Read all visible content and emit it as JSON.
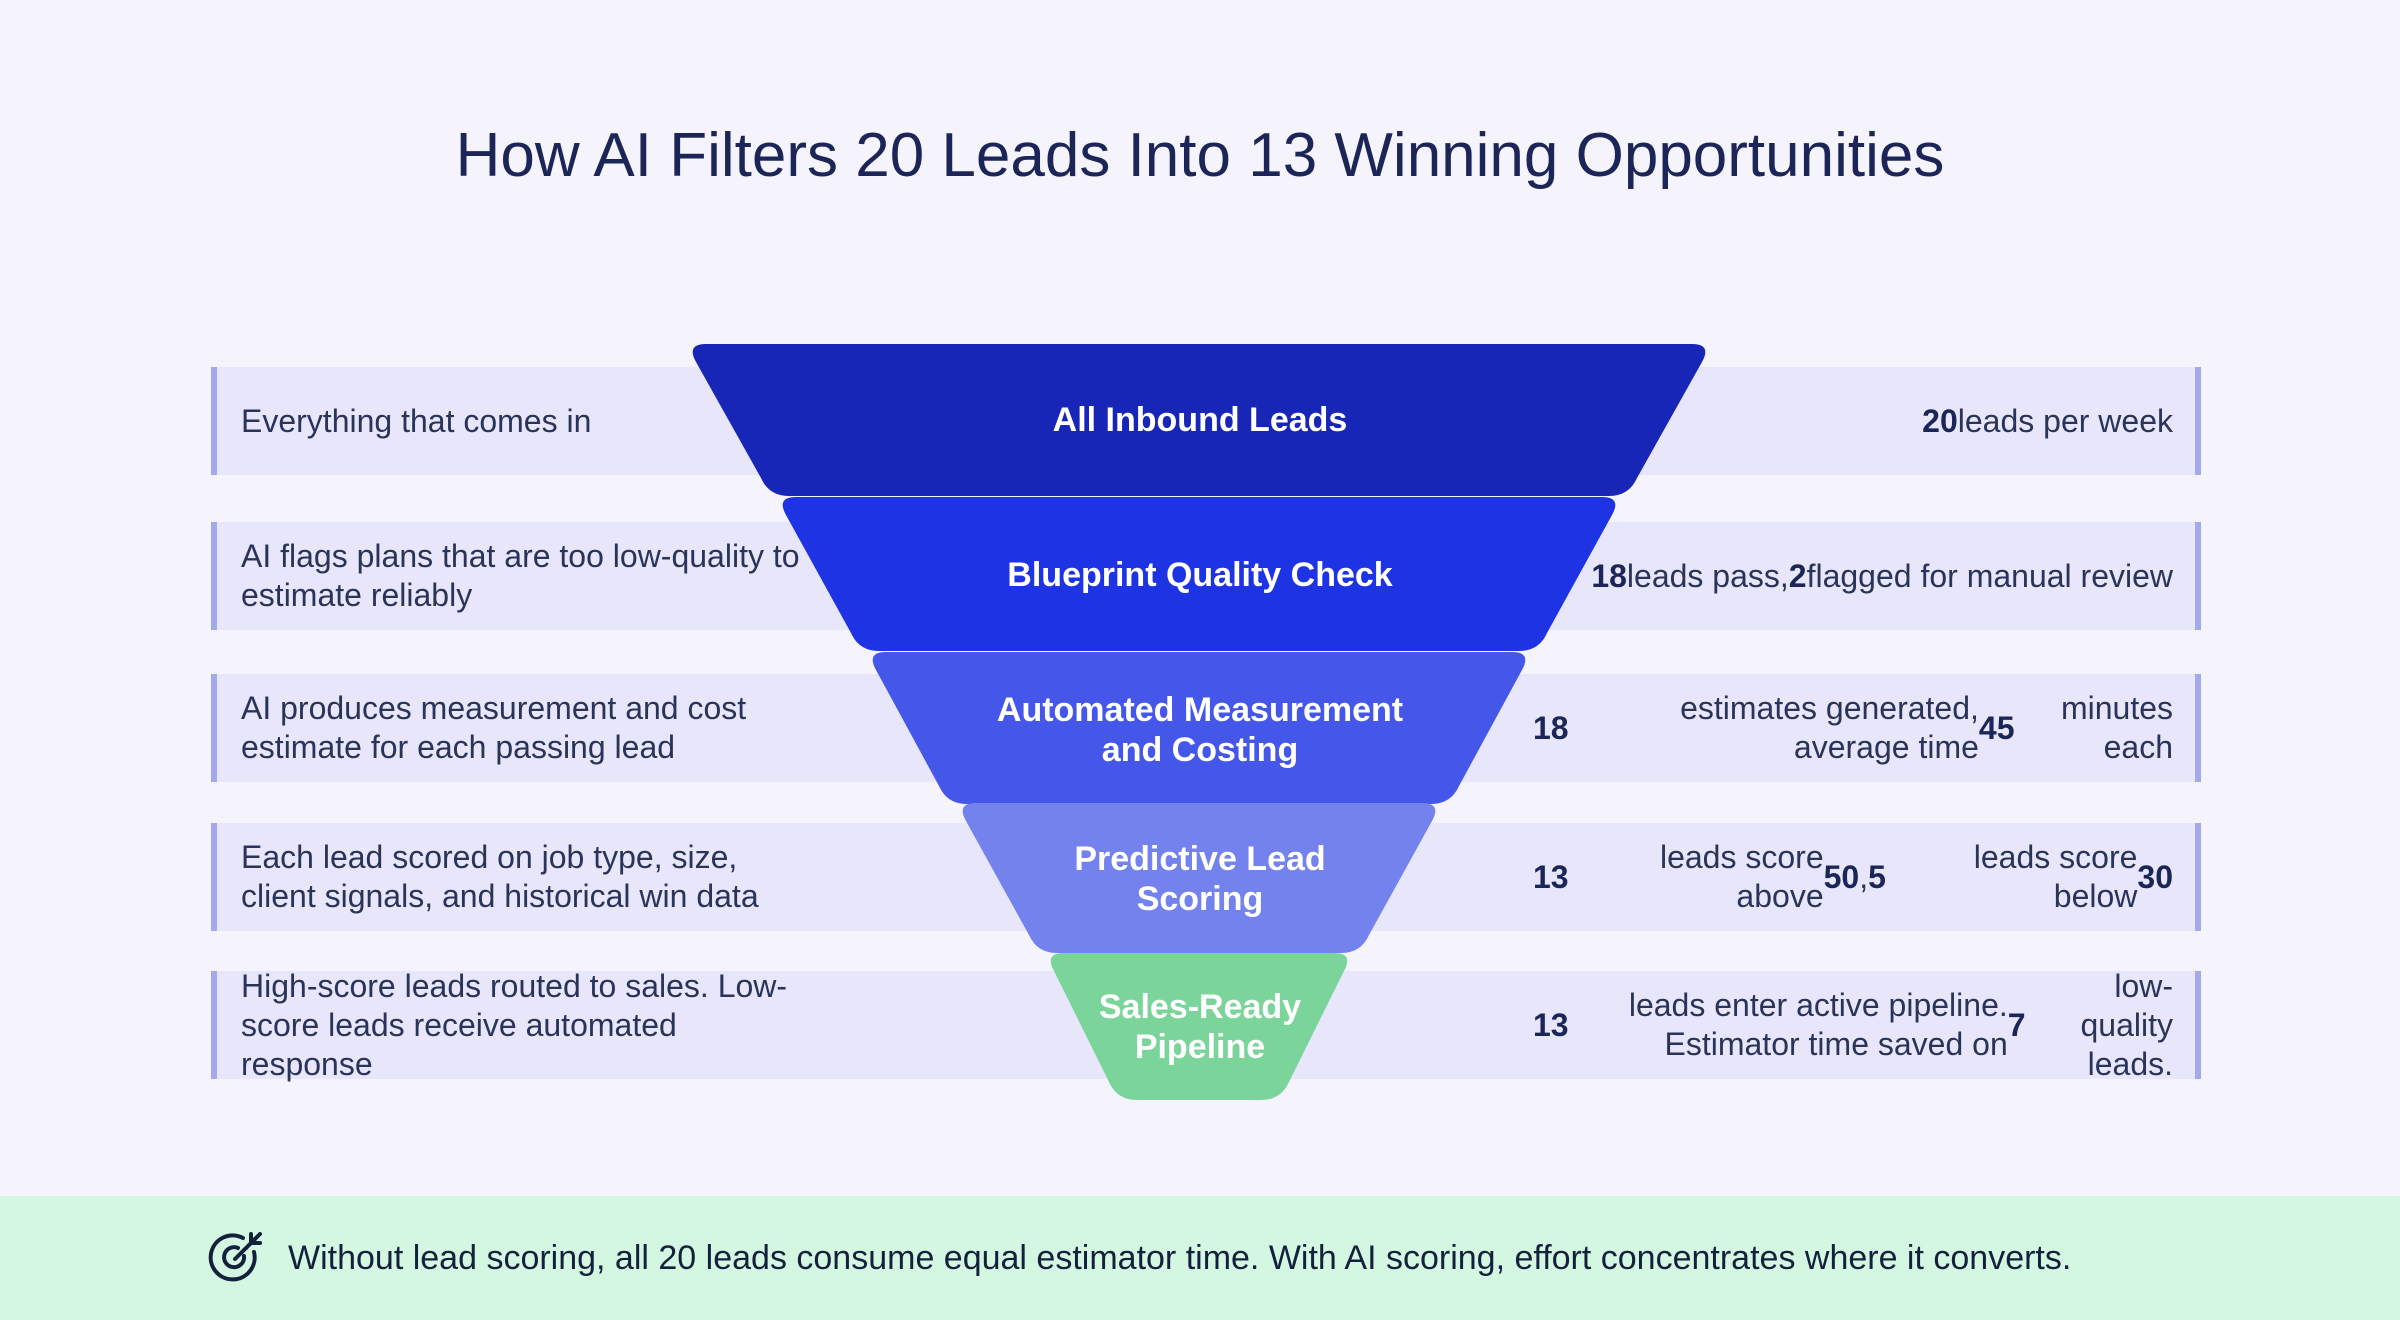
{
  "title": "How AI Filters 20 Leads Into 13 Winning Opportunities",
  "colors": {
    "background": "#f5f4fd",
    "row_background": "#e7e6fa",
    "row_border": "#a4a9e9",
    "banner_background": "#d4f7e2",
    "stage_1": "#1826b7",
    "stage_2": "#1d33e4",
    "stage_3": "#4557e8",
    "stage_4": "#7482ee",
    "stage_5": "#7bd59a"
  },
  "stages": [
    {
      "label": "All Inbound Leads",
      "description": "Everything that comes in",
      "metric": "<b>20</b> leads per week"
    },
    {
      "label": "Blueprint Quality Check",
      "description": "AI flags plans that are too low-quality to estimate reliably",
      "metric": "<b>18</b> leads pass, <b>2</b> flagged for manual review"
    },
    {
      "label": "Automated Measurement and Costing",
      "description": "AI produces measurement and cost estimate for each passing lead",
      "metric": "<b>18</b> estimates generated, average time <b>45</b> minutes each"
    },
    {
      "label": "Predictive Lead Scoring",
      "description": "Each lead scored on job type, size, client signals, and historical win data",
      "metric": "<b>13</b> leads score above <b>50</b>, <b>5</b> leads score below <b>30</b>"
    },
    {
      "label": "Sales-Ready Pipeline",
      "description": "High-score leads routed to sales. Low-score leads receive automated response",
      "metric": "<b>13</b> leads enter active pipeline. Estimator time saved on <b>7</b> low-quality leads."
    }
  ],
  "banner": {
    "icon": "target-arrow-icon",
    "text": "Without lead scoring, all 20 leads consume equal estimator time. With AI scoring, effort concentrates where it converts."
  }
}
